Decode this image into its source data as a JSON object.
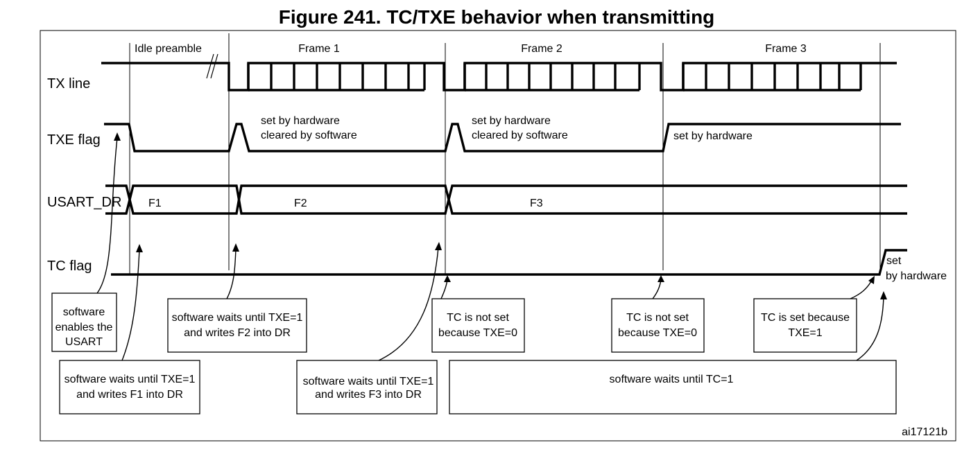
{
  "figure": {
    "title": "Figure 241. TC/TXE behavior when transmitting",
    "ref_code": "ai17121b"
  },
  "signals": {
    "tx_line": "TX line",
    "txe_flag": "TXE flag",
    "usart_dr": "USART_DR",
    "tc_flag": "TC flag"
  },
  "frames": {
    "idle": "Idle preamble",
    "f1": "Frame 1",
    "f2": "Frame 2",
    "f3": "Frame 3"
  },
  "dr_values": {
    "d1": "F1",
    "d2": "F2",
    "d3": "F3"
  },
  "annotations": {
    "txe_a_line1": "set by hardware",
    "txe_a_line2": "cleared by software",
    "txe_b_line1": "set by hardware",
    "txe_b_line2": "cleared by software",
    "txe_c": "set by hardware",
    "tc_set_line1": "set",
    "tc_set_line2": "by hardware"
  },
  "boxes": {
    "enable": [
      "software",
      "enables the",
      "USART"
    ],
    "wait_f2": [
      "software waits until TXE=1",
      "and writes F2 into DR"
    ],
    "wait_f1": [
      "software waits until TXE=1",
      "and writes F1 into DR"
    ],
    "wait_f3": [
      "software waits until TXE=1",
      "and writes F3 into DR"
    ],
    "tc_not1": [
      "TC is not set",
      "because TXE=0"
    ],
    "tc_not2": [
      "TC is not set",
      "because TXE=0"
    ],
    "tc_set": [
      "TC is  set because",
      "TXE=1"
    ],
    "wait_tc": "software waits until TC=1"
  }
}
